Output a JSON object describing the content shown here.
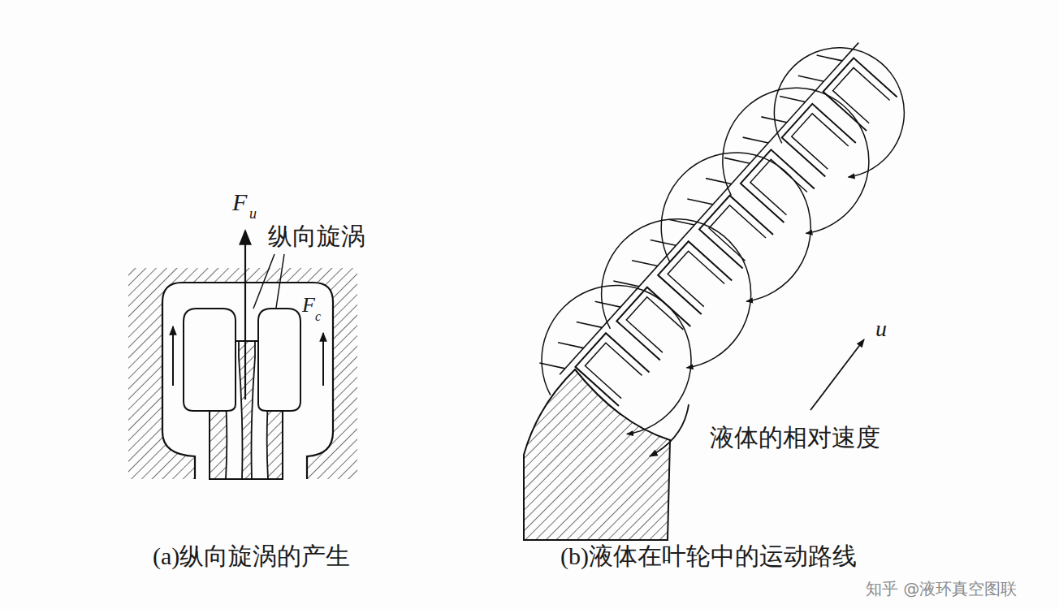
{
  "diagram": {
    "labels": [
      "F",
      "u",
      "纵向旋涡",
      "F",
      "c",
      "u",
      "液体的相对速度",
      "(a)纵向旋涡的产生",
      "(b)液体在叶轮中的运动路线",
      "知乎 @液环真空图联"
    ]
  }
}
